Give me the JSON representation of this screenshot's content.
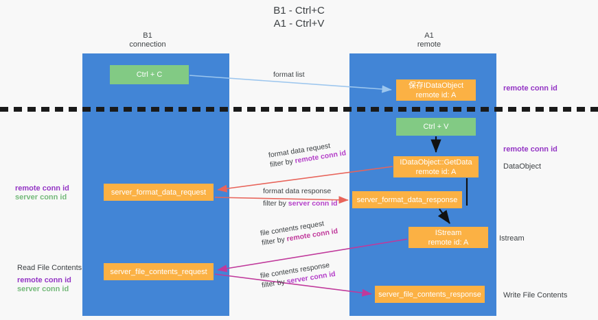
{
  "title": "B1 - Ctrl+C\nA1 - Ctrl+V",
  "columns": {
    "left": "B1\nconnection",
    "right": "A1\nremote"
  },
  "nodes": {
    "ctrl_c": "Ctrl + C",
    "save_idataobject": "保存IDataObject\nremote id: A",
    "ctrl_v": "Ctrl + V",
    "getdata": "IDataObject::GetData\nremote id: A",
    "server_format_data_request": "server_format_data_request",
    "server_format_data_response": "server_format_data_response",
    "istream": "IStream\nremote id: A",
    "server_file_contents_request": "server_file_contents_request",
    "server_file_contents_response": "server_file_contents_response"
  },
  "annotations": {
    "remote_conn_id_top": "remote conn id",
    "remote_conn_id_mid": "remote conn id",
    "dataobject": "DataObject",
    "istream": "Istream",
    "write_file_contents": "Write File Contents",
    "left_remote_conn_id": "remote conn id",
    "left_server_conn_id": "server conn id",
    "read_file_contents": "Read File Contents",
    "left_remote_conn_id_2": "remote conn id",
    "left_server_conn_id_2": "server conn id"
  },
  "edges": {
    "format_list": "format list",
    "format_data_request": "format data request",
    "format_data_request_filter_prefix": "filter by ",
    "format_data_request_filter_key": "remote conn id",
    "format_data_response": "format data response",
    "format_data_response_filter_prefix": "filter by ",
    "format_data_response_filter_key": "server conn id",
    "file_contents_request": "file contents request",
    "file_contents_request_filter_prefix": "filter by ",
    "file_contents_request_filter_key": "remote conn id",
    "file_contents_response": "file contents response",
    "file_contents_response_filter_prefix": "filter by ",
    "file_contents_response_filter_key": "server conn id"
  },
  "colors": {
    "lane": "#4285d6",
    "node_green": "#82ca84",
    "node_orange": "#fbb144",
    "accent_purple": "#9334c4",
    "accent_green": "#74b97a",
    "arrow_blue": "#9cc6ee",
    "arrow_red": "#e8645a",
    "arrow_magenta": "#c0399b",
    "arrow_black": "#111111",
    "background": "#f8f8f8"
  }
}
